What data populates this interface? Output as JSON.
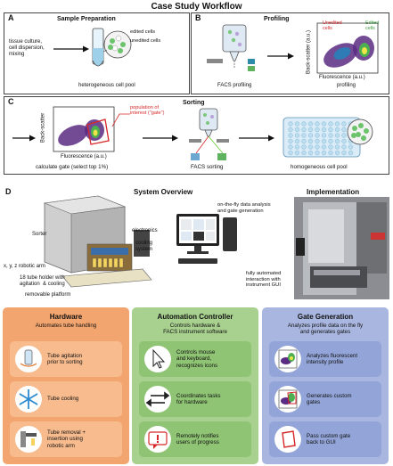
{
  "header": {
    "title": "Case Study Workflow"
  },
  "panel_a": {
    "letter": "A",
    "title": "Sample Preparation",
    "input_text": "tissue culture,\ncell dispersion,\nmixing",
    "edited_label": "edited cells",
    "unedited_label": "unedited cells",
    "caption": "heterogeneous cell pool"
  },
  "panel_b": {
    "letter": "B",
    "title": "Profiling",
    "caption_left": "FACS profiling",
    "caption_right": "profiling",
    "unedited_label": "Unedited\ncells",
    "edited_label": "Edited\ncells",
    "yaxis": "Back-scatter (a.u.)",
    "xaxis": "Fluorescence (a.u.)"
  },
  "panel_c": {
    "letter": "C",
    "title": "Sorting",
    "gate_label": "population of\ninterest (\"gate\")",
    "yaxis": "Back-scatter",
    "xaxis": "Fluorescence (a.u.)",
    "caption_left": "calculate gate (select top 1%)",
    "caption_mid": "FACS sorting",
    "caption_right": "homogeneous cell pool"
  },
  "panel_d": {
    "letter": "D",
    "title_left": "System Overview",
    "title_right": "Implementation",
    "label_sorter": "Sorter",
    "label_electronics": "electronics",
    "label_cooling": "cooling\nsystem",
    "label_arm": "x, y, z robotic arm",
    "label_holder": "18 tube holder with\nagitation  & cooling",
    "label_platform": "removable platform",
    "label_analysis": "on-the-fly data analysis\nand gate generation",
    "label_interaction": "fully automated\ninteraction with\ninstrument GUI"
  },
  "columns": [
    {
      "title": "Hardware",
      "subtitle": "Automates tube handling",
      "bg": "#f2a56f",
      "card_bg": "#f7bb8e",
      "items": [
        {
          "icon": "tube-agitation-icon",
          "text": "Tube agitation\nprior to sorting"
        },
        {
          "icon": "snowflake-icon",
          "text": "Tube cooling"
        },
        {
          "icon": "robotic-arm-icon",
          "text": "Tube removal +\ninsertion using\nrobotic arm"
        }
      ]
    },
    {
      "title": "Automation Controller",
      "subtitle": "Controls hardware &\nFACS instrument software",
      "bg": "#a8d08f",
      "card_bg": "#8fc474",
      "items": [
        {
          "icon": "cursor-icon",
          "text": "Controls mouse\nand keyboard,\nrecognizes icons"
        },
        {
          "icon": "swap-arrows-icon",
          "text": "Coordinates tasks\nfor hardware"
        },
        {
          "icon": "alert-message-icon",
          "text": "Remotely notifies\nusers of progress"
        }
      ]
    },
    {
      "title": "Gate Generation",
      "subtitle": "Analyzes profile data on the fly\nand generates gates",
      "bg": "#a9b6e0",
      "card_bg": "#93a5d8",
      "items": [
        {
          "icon": "density-plot-icon",
          "text": "Analyzes fluorescent\nintensity profile"
        },
        {
          "icon": "gated-plot-icon",
          "text": "Generates custom\ngates"
        },
        {
          "icon": "gate-shape-icon",
          "text": "Pass custom gate\nback to GUI"
        }
      ]
    }
  ],
  "colors": {
    "gate_red": "#d62728",
    "density_purple": "#5b2c83",
    "density_green": "#4caf50"
  }
}
